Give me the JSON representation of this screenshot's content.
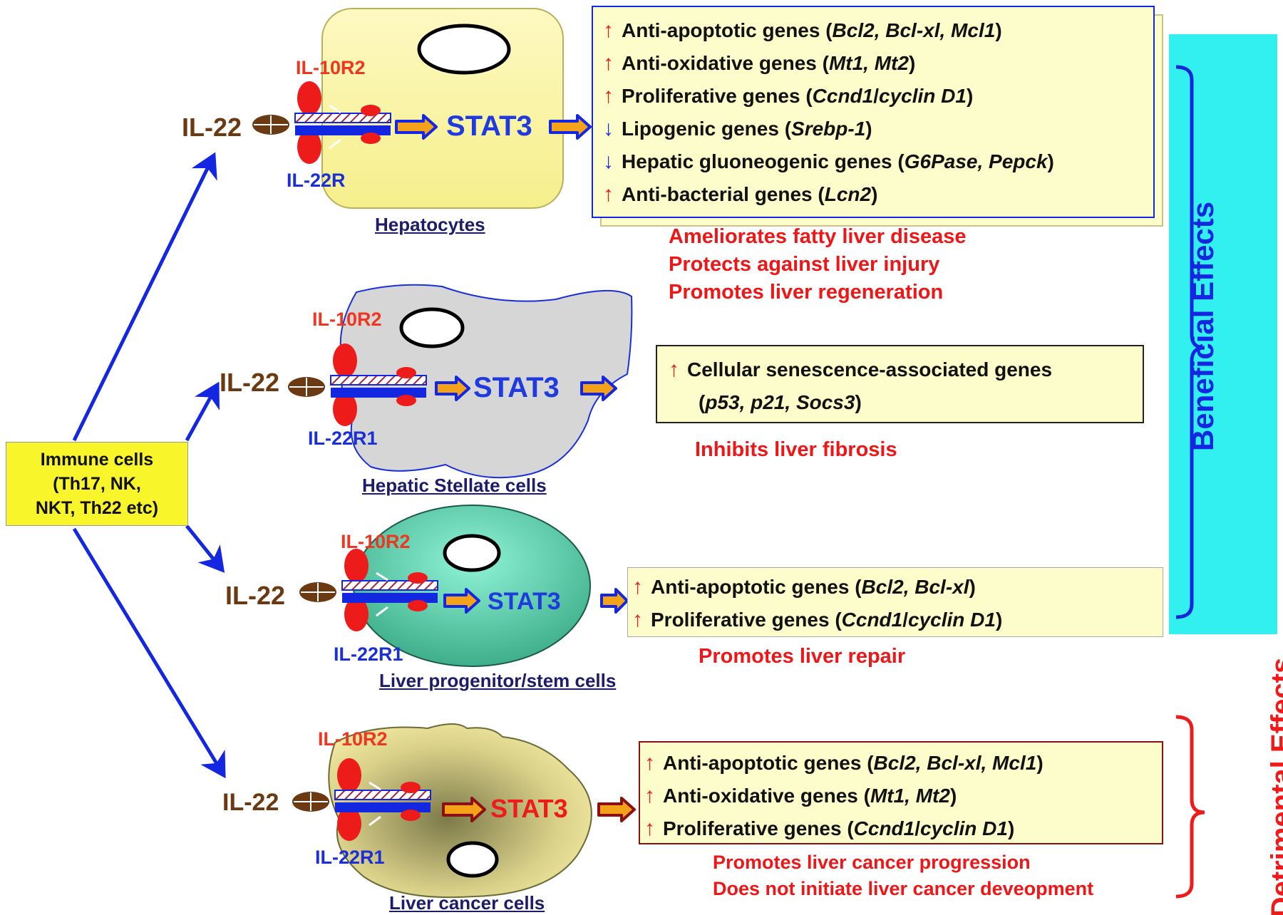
{
  "colors": {
    "arrow_blue": "#1427e0",
    "receptor_red": "#ee1b1b",
    "hepatocyte_fill": "#faf5a2",
    "stellate_fill": "#d6d6d6",
    "progenitor_fill": "#7fe6c8",
    "cancer_fill": "#ece39a",
    "cyan_band": "#33f0f0",
    "gene_box_fill": "#fdfccb"
  },
  "immune": {
    "line1": "Immune cells",
    "line2": "(Th17, NK,",
    "line3": "NKT, Th22 etc)"
  },
  "rows": [
    {
      "ligand": "IL-22",
      "receptor_top": "IL-10R2",
      "receptor_bottom": "IL-22R",
      "stat": "STAT3",
      "cell_label": "Hepatocytes",
      "genes": [
        {
          "dir": "↑",
          "label": "Anti-apoptotic genes (",
          "italic": "Bcl2, Bcl-xl, Mcl1",
          "tail": ")"
        },
        {
          "dir": "↑",
          "label": "Anti-oxidative genes (",
          "italic": "Mt1, Mt2",
          "tail": ")"
        },
        {
          "dir": "↑",
          "label": "Proliferative genes (",
          "italic": "Ccnd1",
          "mid": "/",
          "italic2": "cyclin D1",
          "tail": ")"
        },
        {
          "dir": "↓",
          "label": "Lipogenic genes (",
          "italic": "Srebp-1",
          "tail": ")"
        },
        {
          "dir": "↓",
          "label": "Hepatic gluoneogenic genes (",
          "italic": "G6Pase, Pepck",
          "tail": ")"
        },
        {
          "dir": "↑",
          "label": "Anti-bacterial genes (",
          "italic": "Lcn2",
          "tail": ")"
        }
      ],
      "outcomes": [
        "Ameliorates fatty liver disease",
        "Protects against liver injury",
        "Promotes liver regeneration"
      ]
    },
    {
      "ligand": "IL-22",
      "receptor_top": "IL-10R2",
      "receptor_bottom": "IL-22R1",
      "stat": "STAT3",
      "cell_label": "Hepatic Stellate cells",
      "genes": [
        {
          "dir": "↑",
          "label": "Cellular senescence-associated genes",
          "italic": "",
          "tail": ""
        },
        {
          "dir": "",
          "label": "(",
          "italic": "p53, p21, Socs3",
          "tail": ")"
        }
      ],
      "outcomes": [
        "Inhibits liver fibrosis"
      ]
    },
    {
      "ligand": "IL-22",
      "receptor_top": "IL-10R2",
      "receptor_bottom": "IL-22R1",
      "stat": "STAT3",
      "cell_label": "Liver progenitor/stem cells",
      "genes": [
        {
          "dir": "↑",
          "label": "Anti-apoptotic genes (",
          "italic": "Bcl2, Bcl-xl",
          "tail": ")"
        },
        {
          "dir": "↑",
          "label": "Proliferative genes (",
          "italic": "Ccnd1",
          "mid": "/",
          "italic2": "cyclin D1",
          "tail": ")"
        }
      ],
      "outcomes": [
        "Promotes liver repair"
      ]
    },
    {
      "ligand": "IL-22",
      "receptor_top": "IL-10R2",
      "receptor_bottom": "IL-22R1",
      "stat": "STAT3",
      "cell_label": "Liver cancer cells",
      "genes": [
        {
          "dir": "↑",
          "label": "Anti-apoptotic genes (",
          "italic": "Bcl2, Bcl-xl, Mcl1",
          "tail": ")"
        },
        {
          "dir": "↑",
          "label": "Anti-oxidative genes (",
          "italic": "Mt1, Mt2",
          "tail": ")"
        },
        {
          "dir": "↑",
          "label": "Proliferative genes (",
          "italic": "Ccnd1",
          "mid": "/",
          "italic2": "cyclin D1",
          "tail": ")"
        }
      ],
      "outcomes": [
        "Promotes liver cancer progression",
        "Does not initiate liver cancer deveopment"
      ]
    }
  ],
  "side": {
    "beneficial": "Beneficial Effects",
    "detrimental": "Detrimental Effects"
  }
}
